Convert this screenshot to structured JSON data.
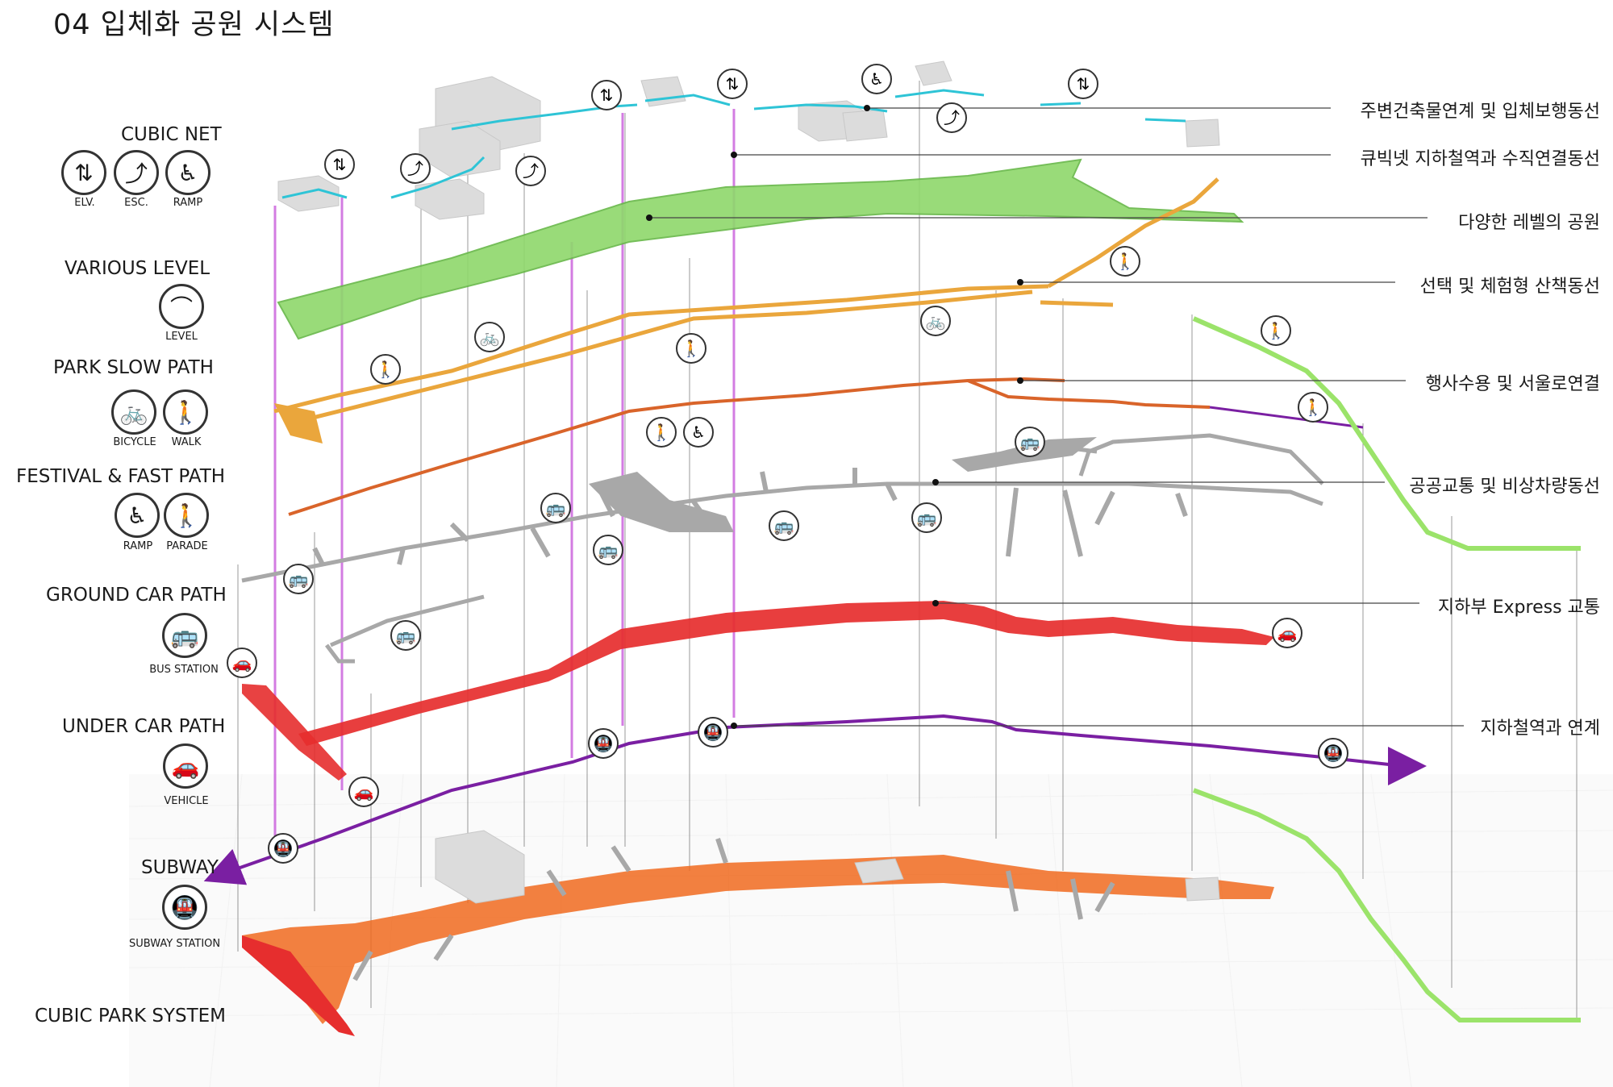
{
  "page": {
    "title": "04 입체화 공원 시스템"
  },
  "legend": {
    "cubic_net": {
      "heading": "CUBIC NET",
      "items": [
        {
          "icon": "elevator-icon",
          "caption": "ELV."
        },
        {
          "icon": "escalator-icon",
          "caption": "ESC."
        },
        {
          "icon": "wheelchair-ramp-icon",
          "caption": "RAMP"
        }
      ]
    },
    "various_level": {
      "heading": "VARIOUS LEVEL",
      "items": [
        {
          "icon": "level-icon",
          "caption": "LEVEL"
        }
      ]
    },
    "park_slow_path": {
      "heading": "PARK SLOW PATH",
      "items": [
        {
          "icon": "bicycle-icon",
          "caption": "BICYCLE"
        },
        {
          "icon": "walk-icon",
          "caption": "WALK"
        }
      ]
    },
    "festival_fast_path": {
      "heading": "FESTIVAL & FAST PATH",
      "items": [
        {
          "icon": "wheelchair-ramp-icon",
          "caption": "RAMP"
        },
        {
          "icon": "parade-icon",
          "caption": "PARADE"
        }
      ]
    },
    "ground_car_path": {
      "heading": "GROUND CAR PATH",
      "items": [
        {
          "icon": "bus-icon",
          "caption": "BUS STATION"
        }
      ]
    },
    "under_car_path": {
      "heading": "UNDER CAR PATH",
      "items": [
        {
          "icon": "car-icon",
          "caption": "VEHICLE"
        }
      ]
    },
    "subway": {
      "heading": "SUBWAY",
      "items": [
        {
          "icon": "subway-train-icon",
          "caption": "SUBWAY STATION"
        }
      ]
    },
    "cubic_park_system": {
      "heading": "CUBIC PARK SYSTEM"
    }
  },
  "callouts": [
    "주변건축물연계 및 입체보행동선",
    "큐빅넷 지하철역과 수직연결동선",
    "다양한 레벨의 공원",
    "선택 및 체험형 산책동선",
    "행사수용 및 서울로연결",
    "공공교통 및 비상차량동선",
    "지하부 Express 교통",
    "지하철역과 연계"
  ],
  "colors": {
    "cubic_net": "#2ec4d6",
    "vertical_link": "#cc66dd",
    "park_level": "#8ed86b",
    "slow_path": "#eaa63c",
    "festival_path": "#d9642a",
    "ground_car": "#a8a8a8",
    "express": "#e62e2e",
    "subway": "#7a1fa2",
    "seoullo": "#9be36a",
    "building": "#dcdcdc"
  }
}
